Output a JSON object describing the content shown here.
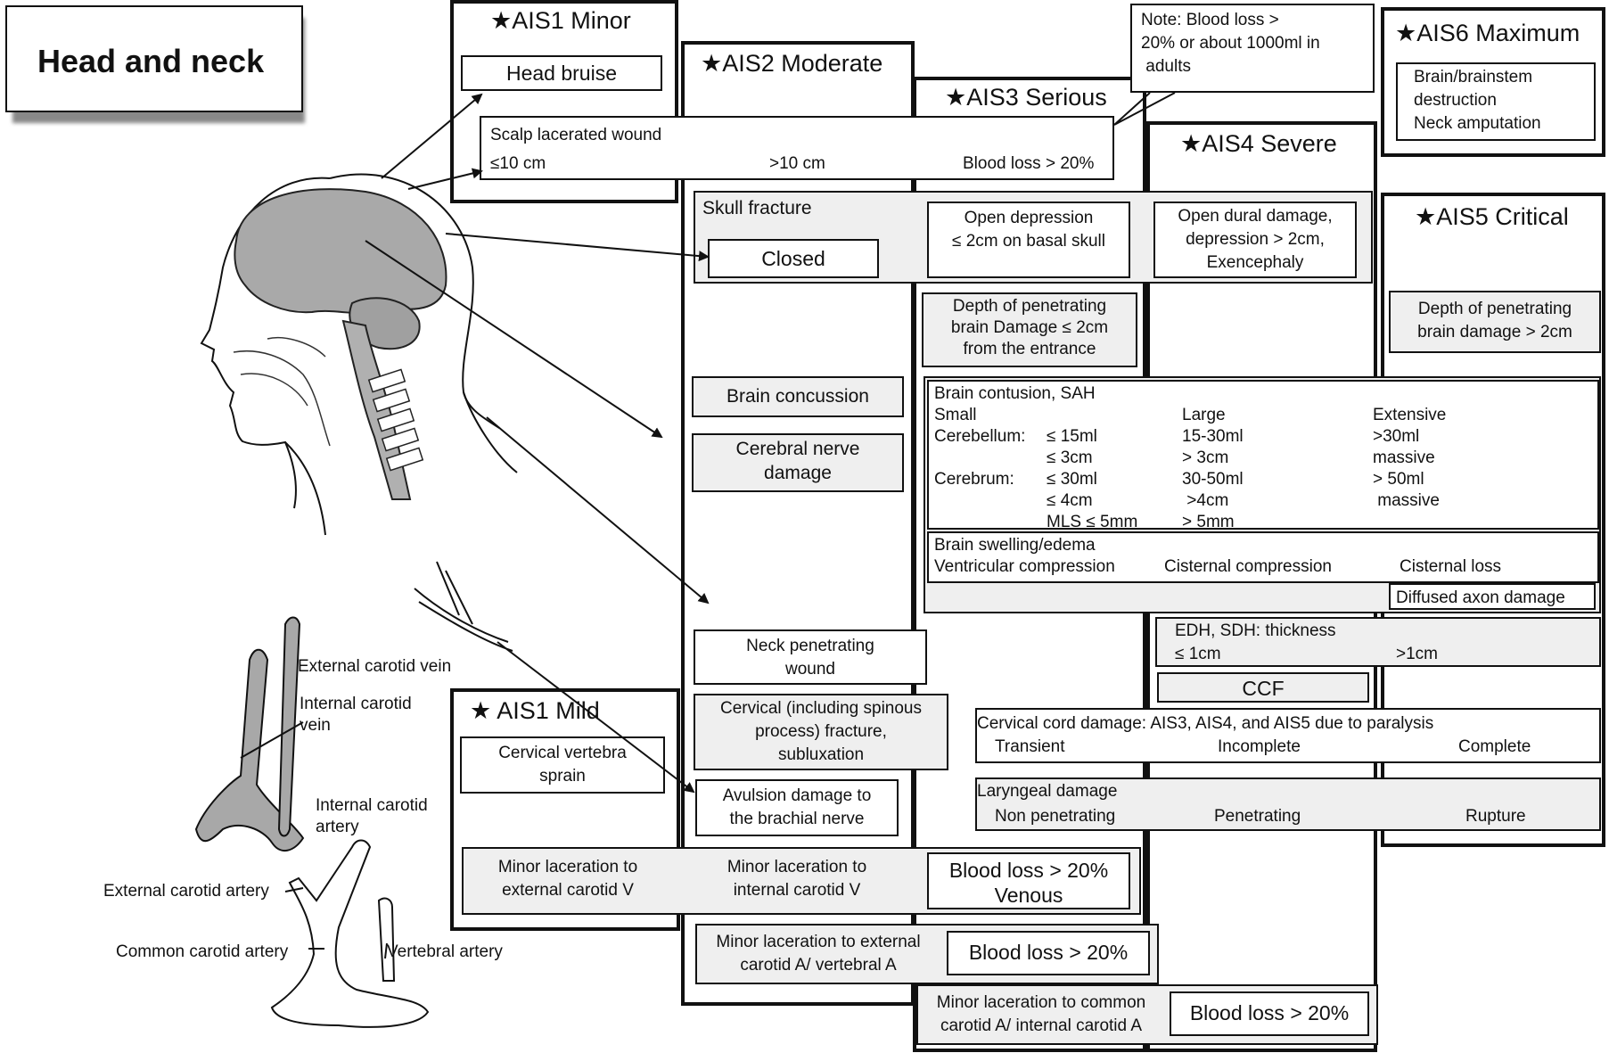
{
  "title": "Head and neck",
  "columns": {
    "ais1_minor": "★AIS1 Minor",
    "ais2": "★AIS2 Moderate",
    "ais3": "★AIS3 Serious",
    "ais4": "★AIS4 Severe",
    "ais5": "★AIS5 Critical",
    "ais6": "★AIS6 Maximum",
    "ais1_mild": "★ AIS1 Mild"
  },
  "note": [
    "Note:   Blood loss >",
    "20% or about 1000ml in",
    " adults"
  ],
  "head_bruise": "Head bruise",
  "scalp": {
    "label": "Scalp lacerated wound",
    "a": "≤10 cm",
    "b": ">10 cm",
    "c": "Blood loss > 20%"
  },
  "skull": {
    "label": "Skull fracture",
    "closed": "Closed",
    "open_dep": [
      "Open depression",
      "≤ 2cm on basal skull"
    ],
    "open_dural": [
      "Open dural damage,",
      "depression > 2cm,",
      "Exencephaly"
    ]
  },
  "ais6_items": [
    "Brain/brainstem",
    "destruction",
    "Neck amputation"
  ],
  "pen3": [
    "Depth of penetrating",
    "brain Damage ≤ 2cm",
    "from the entrance"
  ],
  "pen5": [
    "Depth of penetrating",
    "brain damage > 2cm"
  ],
  "concussion": "Brain concussion",
  "cerebral_nerve": [
    "Cerebral nerve",
    "damage"
  ],
  "contusion": {
    "title": "Brain contusion, SAH",
    "headers": [
      "Small",
      "Large",
      "Extensive"
    ],
    "rows": [
      {
        "label": "Cerebellum:",
        "small": "≤ 15ml",
        "large": "15-30ml",
        "ext": ">30ml"
      },
      {
        "label": "",
        "small": "≤ 3cm",
        "large": "> 3cm",
        "ext": "massive"
      },
      {
        "label": "Cerebrum:",
        "small": "≤ 30ml",
        "large": "30-50ml",
        "ext": "> 50ml"
      },
      {
        "label": "",
        "small": "≤ 4cm",
        "large": " >4cm",
        "ext": " massive"
      },
      {
        "label": "",
        "small": "MLS ≤ 5mm",
        "large": "> 5mm",
        "ext": ""
      }
    ]
  },
  "swelling": {
    "title": "Brain swelling/edema",
    "a": "Ventricular compression",
    "b": "Cisternal compression",
    "c": "Cisternal loss"
  },
  "diffused": "Diffused axon damage",
  "edh": {
    "title": "EDH, SDH: thickness",
    "a": "≤ 1cm",
    "b": ">1cm"
  },
  "ccf": "CCF",
  "neck_pen": [
    "Neck penetrating",
    "wound"
  ],
  "cervical_fx": [
    "Cervical (including spinous",
    "process) fracture,",
    "subluxation"
  ],
  "cord": {
    "title": "Cervical cord damage: AIS3, AIS4, and AIS5 due to paralysis",
    "a": "Transient",
    "b": "Incomplete",
    "c": "Complete"
  },
  "sprain": [
    "Cervical vertebra",
    "sprain"
  ],
  "avulsion": [
    "Avulsion damage to",
    "the brachial nerve"
  ],
  "laryngeal": {
    "title": "Laryngeal damage",
    "a": "Non penetrating",
    "b": "Penetrating",
    "c": "Rupture"
  },
  "minor_ext_v": [
    "Minor laceration to",
    "external carotid V"
  ],
  "minor_int_v": [
    "Minor laceration to",
    "internal carotid V"
  ],
  "venous": [
    "Blood loss > 20%",
    "Venous"
  ],
  "minor_ext_a": [
    "Minor laceration to external",
    "carotid A/ vertebral A"
  ],
  "bl1": "Blood loss > 20%",
  "minor_common": [
    "Minor laceration to common",
    "carotid A/ internal carotid A"
  ],
  "bl2": "Blood loss > 20%",
  "anatomy": {
    "ext_vein": "External carotid vein",
    "int_vein": [
      "Internal carotid",
      "vein"
    ],
    "int_artery": [
      "Internal carotid",
      "artery"
    ],
    "ext_artery": "External carotid artery",
    "common_artery": "Common carotid artery",
    "vertebral": "Vertebral artery"
  }
}
